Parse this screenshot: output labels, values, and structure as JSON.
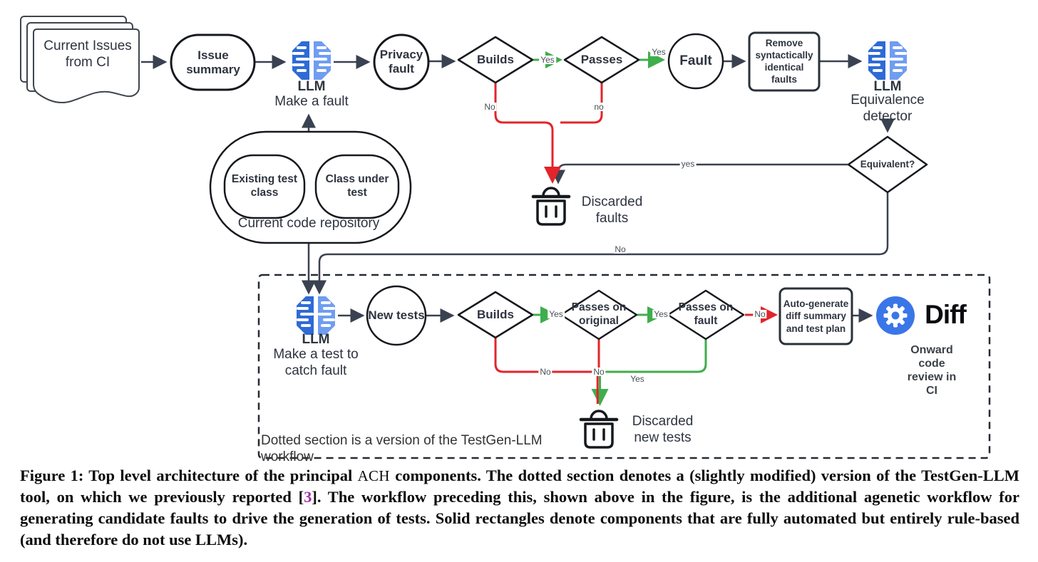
{
  "nodes": {
    "current_issues": "Current Issues from CI",
    "issue_summary": "Issue summary",
    "llm_make_fault": {
      "title": "LLM",
      "subtitle": "Make a fault"
    },
    "privacy_fault": "Privacy fault",
    "builds_top": "Builds",
    "passes_top": "Passes",
    "fault": "Fault",
    "remove_box": "Remove syntactically identical faults",
    "llm_equivalence": {
      "title": "LLM",
      "subtitle": "Equivalence detector"
    },
    "equivalent": "Equivalent?",
    "discarded_faults": "Discarded faults",
    "repo": {
      "existing": "Existing test class",
      "class_under_test": "Class under test",
      "label": "Current code repository"
    },
    "llm_make_test": {
      "title": "LLM",
      "subtitle": "Make a test to catch fault"
    },
    "new_tests": "New tests",
    "builds_bottom": "Builds",
    "passes_original": "Passes on original",
    "passes_fault": "Passes on fault",
    "autogen_box": "Auto-generate diff summary and test plan",
    "diff": {
      "title": "Diff",
      "subtitle": "Onward code review in CI"
    },
    "discarded_tests": "Discarded new tests",
    "dotted_note": "Dotted section is a version of the TestGen-LLM workflow"
  },
  "edges": {
    "builds_yes": "Yes",
    "passes_yes": "Yes",
    "builds_no": "No",
    "passes_no": "no",
    "equivalent_yes": "yes",
    "equivalent_no": "No",
    "b_builds_yes": "Yes",
    "b_orig_yes": "Yes",
    "b_fault_no": "No",
    "b_builds_no": "No",
    "b_center_no": "No",
    "b_fault_yes": "Yes"
  },
  "colors": {
    "yes_green": "#3fae4c",
    "no_red": "#e2242b",
    "line_dark": "#3a4150",
    "llm_blue_left": "#2e6bd6",
    "llm_blue_right": "#6f9df1",
    "diff_blue": "#3a76e8",
    "ref_purple": "#a62ca6"
  },
  "caption": {
    "seg_figure": "Figure 1: Top level architecture of the principal ",
    "seg_ach": "ACH",
    "seg_mid": " components. The dotted section denotes a (slightly modified) version of the TestGen-LLM tool, on which we previously reported [",
    "seg_ref": "3",
    "seg_end": "]. The workflow preceding this, shown above in the figure, is the additional agenetic workflow for generating candidate faults to drive the generation of tests. Solid rectangles denote components that are fully automated but entirely rule-based (and therefore do not use LLMs)."
  }
}
